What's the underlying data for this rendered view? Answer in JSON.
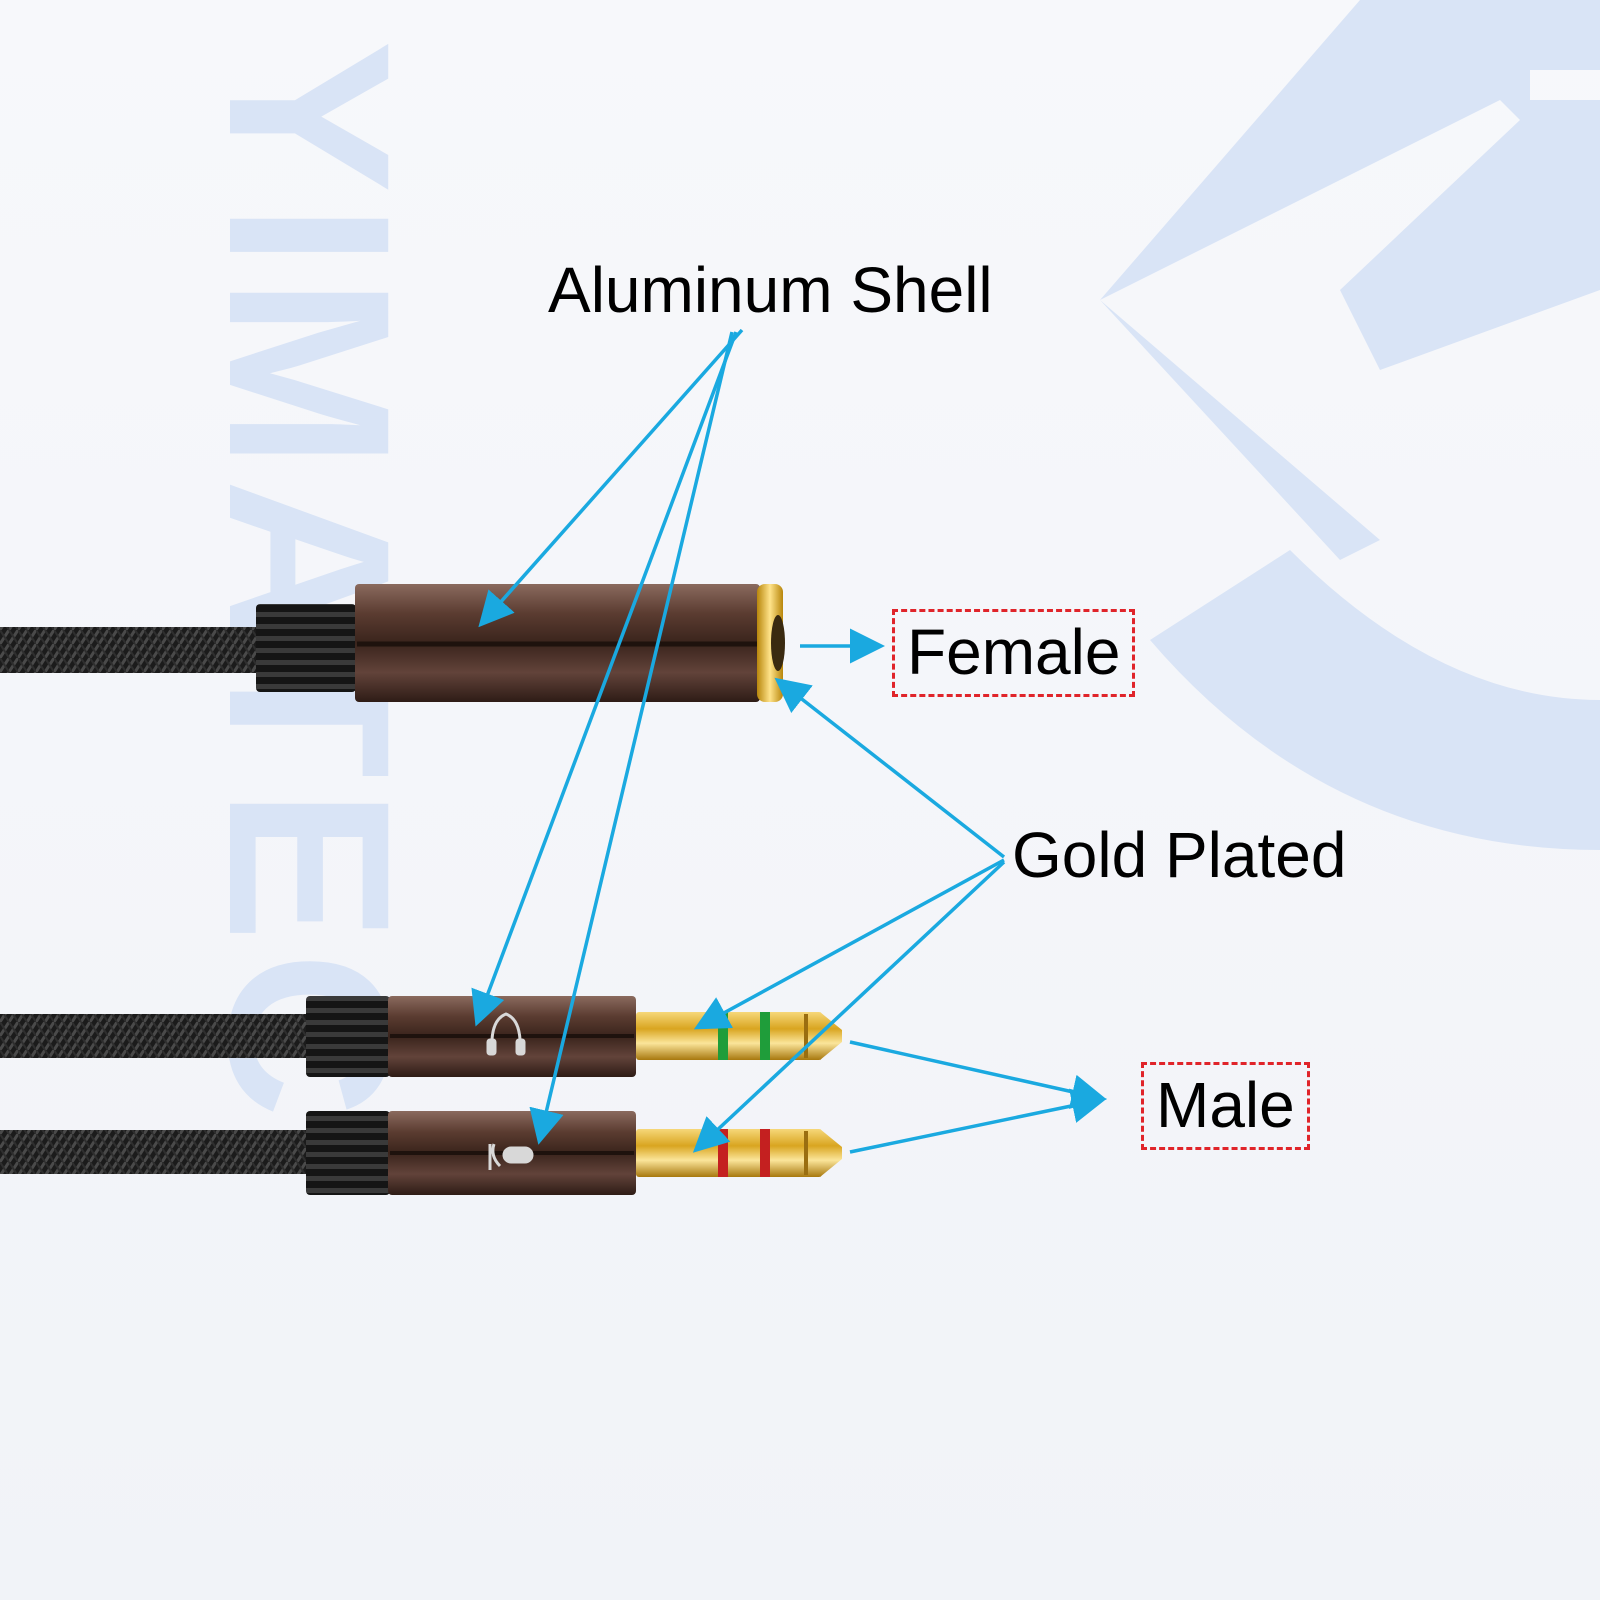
{
  "watermark": {
    "brand_text": "YIMATEC",
    "color": "#d9e4f6"
  },
  "labels": {
    "aluminum_shell": "Aluminum Shell",
    "female": "Female",
    "gold_plated": "Gold Plated",
    "male": "Male"
  },
  "colors": {
    "arrow": "#1aa9e0",
    "box_border": "#e0242a",
    "shell": "#5a3a2e",
    "gold": "#d9a520",
    "cable": "#1b1b1b",
    "ring_green": "#1f9d3a",
    "ring_red": "#c42020"
  },
  "icons": {
    "headphone_plug": "headphone-icon",
    "mic_plug": "microphone-icon"
  }
}
